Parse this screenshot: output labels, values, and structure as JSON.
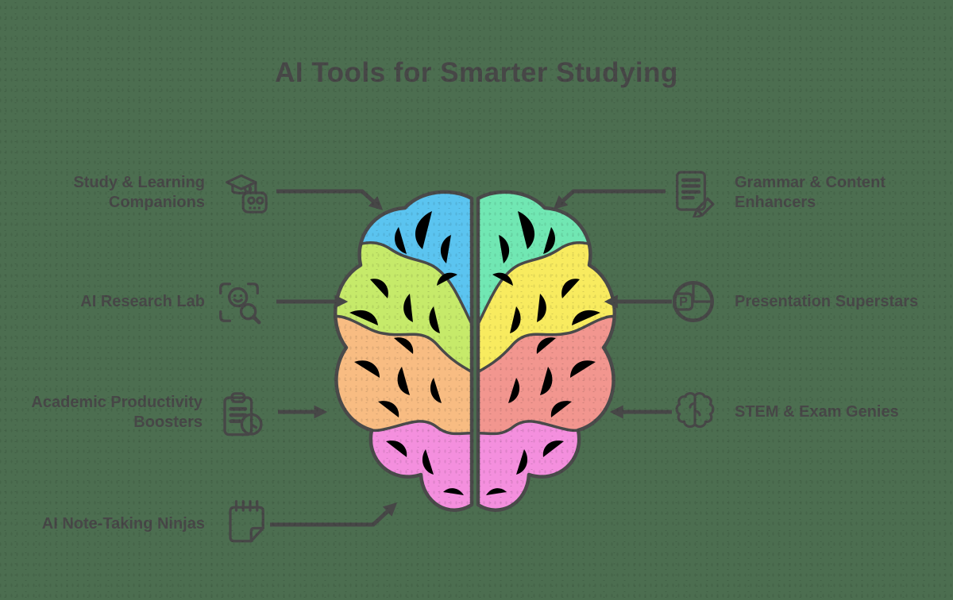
{
  "title": "AI Tools for Smarter Studying",
  "colors": {
    "background": "#4C6E50",
    "ink": "#474747",
    "text": "#474747",
    "brain_outline": "#4A4A4A",
    "left_lobes": {
      "frontal": "#5BC4F0",
      "parietal": "#C6EA6A",
      "temporal": "#F8BC82",
      "occipital": "#F48FDE"
    },
    "right_lobes": {
      "frontal": "#71E7B3",
      "parietal": "#F8EB5F",
      "temporal": "#F2968F",
      "occipital": "#F48FDE"
    }
  },
  "callouts": {
    "study": {
      "lines": [
        "Study & Learning",
        "Companions"
      ],
      "icon": "graduation-cap-robot-icon"
    },
    "grammar": {
      "lines": [
        "Grammar & Content",
        "Enhancers"
      ],
      "icon": "document-pencil-icon"
    },
    "research": {
      "lines": [
        "AI Research Lab"
      ],
      "icon": "scan-search-icon"
    },
    "presentation": {
      "lines": [
        "Presentation Superstars"
      ],
      "icon": "presentation-pie-icon",
      "icon_letter": "P"
    },
    "productivity": {
      "lines": [
        "Academic Productivity",
        "Boosters"
      ],
      "icon": "clipboard-clock-icon"
    },
    "stem": {
      "lines": [
        "STEM & Exam Genies"
      ],
      "icon": "mini-brain-icon"
    },
    "notes": {
      "lines": [
        "AI Note-Taking Ninjas"
      ],
      "icon": "notepad-icon"
    }
  }
}
